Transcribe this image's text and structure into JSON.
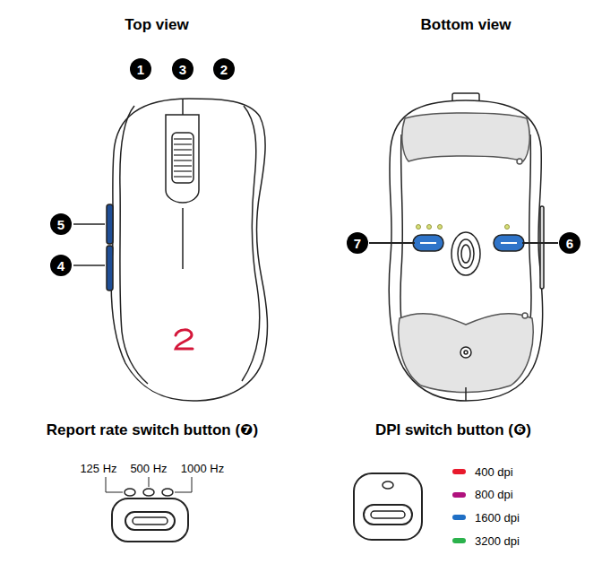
{
  "diagram": {
    "nodes": [
      {
        "text": [
          "1"
        ]
      },
      {
        "text": [
          "3"
        ]
      },
      {
        "text": [
          "2"
        ]
      },
      {
        "text": [
          "5"
        ]
      },
      {
        "text": [
          "4"
        ]
      },
      {
        "text": [
          "7"
        ]
      },
      {
        "text": [
          "6"
        ]
      }
    ],
    "labels": [
      "Top view",
      "Bottom view",
      "Report rate switch button (❼)",
      "DPI switch button (❻)",
      "125 Hz",
      "500 Hz",
      "1000 Hz"
    ],
    "legend": [
      {
        "text": "400 dpi",
        "color": "#e8192c"
      },
      {
        "text": "800 dpi",
        "color": "#b0127d"
      },
      {
        "text": "1600 dpi",
        "color": "#1f6fc5"
      },
      {
        "text": "3200 dpi",
        "color": "#2bb24c"
      }
    ]
  }
}
